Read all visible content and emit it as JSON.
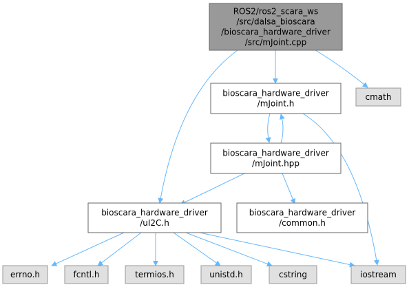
{
  "colors": {
    "root_fill": "#999999",
    "root_stroke": "#666666",
    "node_fill": "#ffffff",
    "node_stroke": "#666666",
    "external_fill": "#e0e0e0",
    "external_stroke": "#999999",
    "edge": "#63b8ff"
  },
  "nodes": {
    "root": {
      "lines": [
        "ROS2/ros2_scara_ws",
        "/src/dalsa_bioscara",
        "/bioscara_hardware_driver",
        "/src/mJoint.cpp"
      ]
    },
    "mjoint_h": {
      "lines": [
        "bioscara_hardware_driver",
        "/mJoint.h"
      ]
    },
    "cmath": {
      "lines": [
        "cmath"
      ]
    },
    "mjoint_hpp": {
      "lines": [
        "bioscara_hardware_driver",
        "/mJoint.hpp"
      ]
    },
    "ui2c_h": {
      "lines": [
        "bioscara_hardware_driver",
        "/uI2C.h"
      ]
    },
    "common_h": {
      "lines": [
        "bioscara_hardware_driver",
        "/common.h"
      ]
    },
    "errno_h": {
      "lines": [
        "errno.h"
      ]
    },
    "fcntl_h": {
      "lines": [
        "fcntl.h"
      ]
    },
    "termios_h": {
      "lines": [
        "termios.h"
      ]
    },
    "unistd_h": {
      "lines": [
        "unistd.h"
      ]
    },
    "cstring": {
      "lines": [
        "cstring"
      ]
    },
    "iostream": {
      "lines": [
        "iostream"
      ]
    }
  }
}
